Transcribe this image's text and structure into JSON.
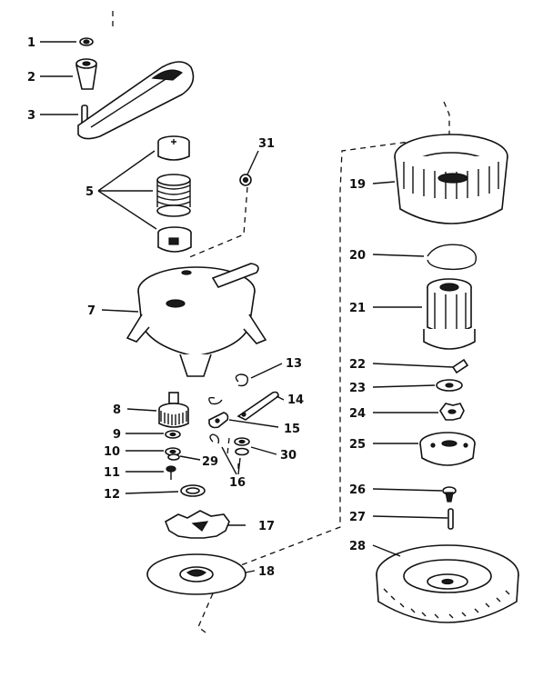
{
  "labels": {
    "l1": "1",
    "l2": "2",
    "l3": "3",
    "l5": "5",
    "l7": "7",
    "l8": "8",
    "l9": "9",
    "l10": "10",
    "l11": "11",
    "l12": "12",
    "l13": "13",
    "l14": "14",
    "l15": "15",
    "l16": "16",
    "l17": "17",
    "l18": "18",
    "l19": "19",
    "l20": "20",
    "l21": "21",
    "l22": "22",
    "l23": "23",
    "l24": "24",
    "l25": "25",
    "l26": "26",
    "l27": "27",
    "l28": "28",
    "l29": "29",
    "l30": "30",
    "l31": "31"
  }
}
